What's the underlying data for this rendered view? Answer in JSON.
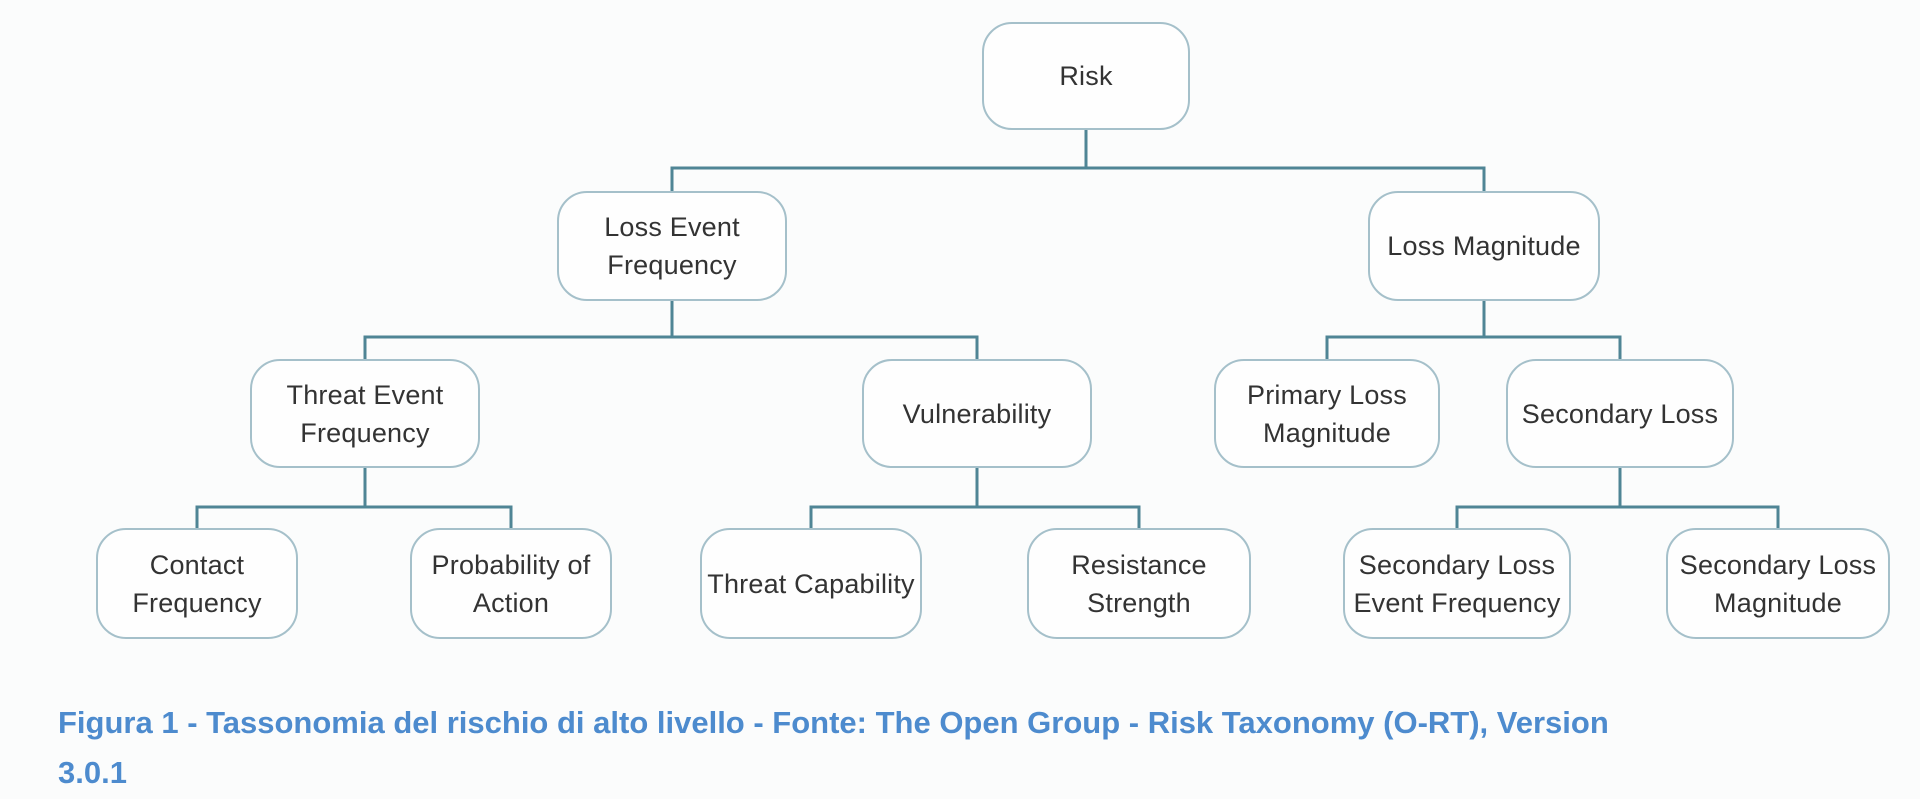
{
  "diagram": {
    "type": "tree",
    "nodes": {
      "risk": {
        "label": "Risk"
      },
      "loss_event_frequency": {
        "label": "Loss Event\nFrequency"
      },
      "loss_magnitude": {
        "label": "Loss Magnitude"
      },
      "threat_event_frequency": {
        "label": "Threat Event\nFrequency"
      },
      "vulnerability": {
        "label": "Vulnerability"
      },
      "primary_loss_magnitude": {
        "label": "Primary Loss\nMagnitude"
      },
      "secondary_loss": {
        "label": "Secondary Loss"
      },
      "contact_frequency": {
        "label": "Contact\nFrequency"
      },
      "probability_of_action": {
        "label": "Probability of\nAction"
      },
      "threat_capability": {
        "label": "Threat Capability"
      },
      "resistance_strength": {
        "label": "Resistance\nStrength"
      },
      "secondary_loss_event_frequency": {
        "label": "Secondary Loss\nEvent Frequency"
      },
      "secondary_loss_magnitude": {
        "label": "Secondary Loss\nMagnitude"
      }
    },
    "edges": [
      [
        "Risk",
        "Loss Event Frequency"
      ],
      [
        "Risk",
        "Loss Magnitude"
      ],
      [
        "Loss Event Frequency",
        "Threat Event Frequency"
      ],
      [
        "Loss Event Frequency",
        "Vulnerability"
      ],
      [
        "Threat Event Frequency",
        "Contact Frequency"
      ],
      [
        "Threat Event Frequency",
        "Probability of Action"
      ],
      [
        "Vulnerability",
        "Threat Capability"
      ],
      [
        "Vulnerability",
        "Resistance Strength"
      ],
      [
        "Loss Magnitude",
        "Primary Loss Magnitude"
      ],
      [
        "Loss Magnitude",
        "Secondary Loss"
      ],
      [
        "Secondary Loss",
        "Secondary Loss Event Frequency"
      ],
      [
        "Secondary Loss",
        "Secondary Loss Magnitude"
      ]
    ]
  },
  "figure": {
    "caption": "Figura 1 - Tassonomia del rischio di alto livello - Fonte: The Open Group - Risk Taxonomy (O-RT), Version\n3.0.1"
  },
  "colors": {
    "caption_text": "#4d8bce",
    "node_border": "#a5c0ca",
    "node_fill": "#fefefe",
    "node_text": "#333333",
    "connector_line": "#4f8595",
    "background": "#fbfcfc"
  }
}
